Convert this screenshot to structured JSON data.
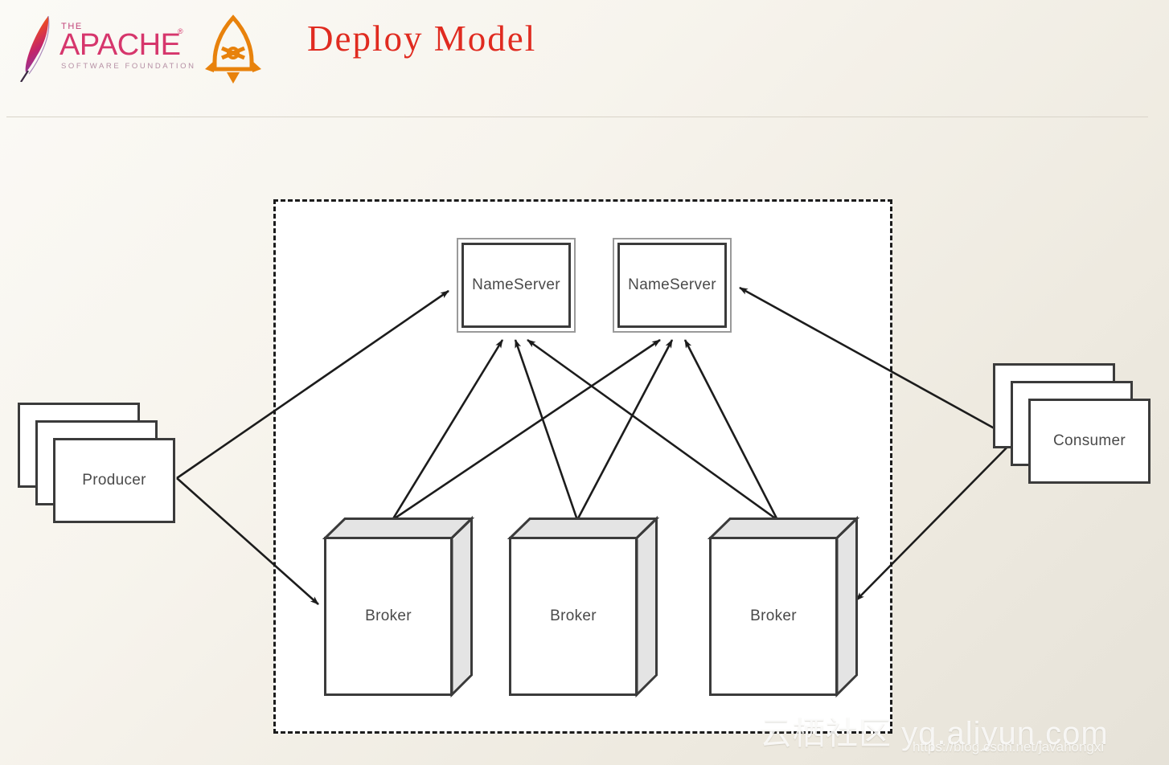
{
  "header": {
    "title": "Deploy Model",
    "title_color": "#e02b20",
    "apache_logo": {
      "the_text": "THE",
      "name_text": "APACHE",
      "trademark": "®",
      "tagline": "SOFTWARE FOUNDATION",
      "feather_icon": "apache-feather-icon"
    },
    "rocketmq_logo": {
      "icon": "rocketmq-rocket-icon",
      "color": "#e8820c"
    }
  },
  "diagram": {
    "type": "deployment-architecture",
    "cluster_boundary": {
      "style": "dashed",
      "color": "#1c1c1c"
    },
    "nameservers": [
      {
        "id": "nameserver-1",
        "label": "NameServer"
      },
      {
        "id": "nameserver-2",
        "label": "NameServer"
      }
    ],
    "brokers": [
      {
        "id": "broker-1",
        "label": "Broker"
      },
      {
        "id": "broker-2",
        "label": "Broker"
      },
      {
        "id": "broker-3",
        "label": "Broker"
      }
    ],
    "clients": [
      {
        "id": "producer",
        "label": "Producer"
      },
      {
        "id": "consumer",
        "label": "Consumer"
      }
    ],
    "connections": [
      {
        "from": "producer",
        "to": "nameserver-1",
        "direction": "one-way"
      },
      {
        "from": "producer",
        "to": "broker-1",
        "direction": "one-way"
      },
      {
        "from": "broker-1",
        "to": "nameserver-1",
        "direction": "one-way"
      },
      {
        "from": "broker-1",
        "to": "nameserver-2",
        "direction": "one-way"
      },
      {
        "from": "broker-2",
        "to": "nameserver-1",
        "direction": "one-way"
      },
      {
        "from": "broker-2",
        "to": "nameserver-2",
        "direction": "one-way"
      },
      {
        "from": "broker-3",
        "to": "nameserver-1",
        "direction": "one-way"
      },
      {
        "from": "broker-3",
        "to": "nameserver-2",
        "direction": "one-way"
      },
      {
        "from": "consumer",
        "to": "nameserver-2",
        "direction": "one-way"
      },
      {
        "from": "consumer",
        "to": "broker-3",
        "direction": "one-way"
      }
    ]
  },
  "watermark": {
    "main": "云栖社区  yq.aliyun.com",
    "url": "https://blog.csdn.net/javahongxi"
  }
}
